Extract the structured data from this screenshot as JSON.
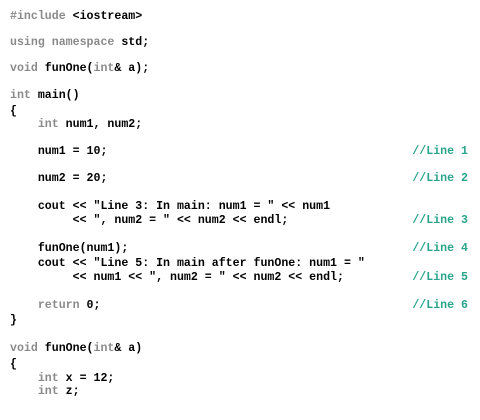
{
  "colors": {
    "background": "#ffffff",
    "text": "#000000",
    "keyword": "#8a8a8a",
    "comment": "#2aa58c"
  },
  "code_lines": [
    {
      "tokens": [
        {
          "t": "#include",
          "k": "kw"
        },
        {
          "t": " <iostream>"
        }
      ],
      "comment": ""
    },
    {
      "tokens": [
        {
          "t": "using namespace",
          "k": "kw"
        },
        {
          "t": " std;"
        }
      ],
      "comment": ""
    },
    {
      "tokens": [
        {
          "t": "void",
          "k": "kw"
        },
        {
          "t": " funOne("
        },
        {
          "t": "int",
          "k": "kw"
        },
        {
          "t": "& a);"
        }
      ],
      "comment": ""
    },
    {
      "tokens": [
        {
          "t": "int",
          "k": "kw"
        },
        {
          "t": " main()"
        }
      ],
      "comment": ""
    },
    {
      "tokens": [
        {
          "t": "{"
        }
      ],
      "comment": ""
    },
    {
      "tokens": [
        {
          "t": "    "
        },
        {
          "t": "int",
          "k": "kw"
        },
        {
          "t": " num1, num2;"
        }
      ],
      "comment": ""
    },
    {
      "tokens": [
        {
          "t": "    num1 = 10;"
        }
      ],
      "comment": "//Line 1"
    },
    {
      "tokens": [
        {
          "t": "    num2 = 20;"
        }
      ],
      "comment": "//Line 2"
    },
    {
      "tokens": [
        {
          "t": "    cout << \"Line 3: In main: num1 = \" << num1"
        }
      ],
      "comment": ""
    },
    {
      "tokens": [
        {
          "t": "         << \", num2 = \" << num2 << endl;"
        }
      ],
      "comment": "//Line 3"
    },
    {
      "tokens": [
        {
          "t": "    funOne(num1);"
        }
      ],
      "comment": "//Line 4"
    },
    {
      "tokens": [
        {
          "t": "    cout << \"Line 5: In main after funOne: num1 = \""
        }
      ],
      "comment": ""
    },
    {
      "tokens": [
        {
          "t": "         << num1 << \", num2 = \" << num2 << endl;"
        }
      ],
      "comment": "//Line 5"
    },
    {
      "tokens": [
        {
          "t": "    "
        },
        {
          "t": "return",
          "k": "kw"
        },
        {
          "t": " 0;"
        }
      ],
      "comment": "//Line 6"
    },
    {
      "tokens": [
        {
          "t": "}"
        }
      ],
      "comment": ""
    },
    {
      "tokens": [
        {
          "t": "void",
          "k": "kw"
        },
        {
          "t": " funOne("
        },
        {
          "t": "int",
          "k": "kw"
        },
        {
          "t": "& a)"
        }
      ],
      "comment": ""
    },
    {
      "tokens": [
        {
          "t": "{"
        }
      ],
      "comment": ""
    },
    {
      "tokens": [
        {
          "t": "    "
        },
        {
          "t": "int",
          "k": "kw"
        },
        {
          "t": " x = 12;"
        }
      ],
      "comment": ""
    },
    {
      "tokens": [
        {
          "t": "    "
        },
        {
          "t": "int",
          "k": "kw"
        },
        {
          "t": " z;"
        }
      ],
      "comment": ""
    }
  ]
}
